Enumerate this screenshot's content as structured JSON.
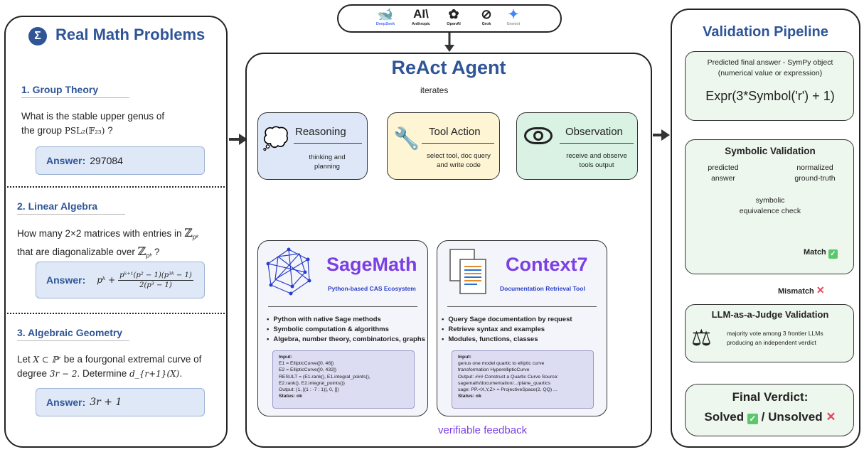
{
  "left": {
    "title": "Real Math Problems",
    "sigma": "Σ",
    "problems": [
      {
        "heading": "1. Group Theory",
        "q1": "What is the stable upper genus of",
        "q2a": "the group",
        "q2math": "PSL₂(𝔽₂₃)",
        "q2b": "?",
        "answer_label": "Answer:",
        "answer": "297084"
      },
      {
        "heading": "2. Linear Algebra",
        "q1a": "How many 2×2 matrices with entries in",
        "q1math": "ℤ",
        "q1sub": "pᵏ",
        "q2a": "that are diagonalizable over",
        "q2math": "ℤ",
        "q2sub": "pᵏ",
        "q2b": "?",
        "answer_label": "Answer:",
        "answer_pre": "pᵏ +",
        "num": "pᵏ⁺¹(p² − 1)(p³ᵏ − 1)",
        "den": "2(p³ − 1)"
      },
      {
        "heading": "3. Algebraic Geometry",
        "q1a": "Let",
        "q1math": "X ⊂ ℙʳ",
        "q1b": "be a fourgonal extremal curve of",
        "q2a": "degree",
        "q2math": "3r − 2",
        "q2b": ". Determine",
        "q2math2": "d_{r+1}(X)",
        "q2c": ".",
        "answer_label": "Answer:",
        "answer": "3r + 1"
      }
    ]
  },
  "models": [
    {
      "name": "DeepSeek",
      "icon": "deepseek-icon",
      "glyph": "🐋",
      "color": "#4d6bfe"
    },
    {
      "name": "Anthropic",
      "icon": "anthropic-icon",
      "glyph": "AI\\",
      "color": "#111111"
    },
    {
      "name": "OpenAI",
      "icon": "openai-icon",
      "glyph": "✿",
      "color": "#111111"
    },
    {
      "name": "Grok",
      "icon": "grok-icon",
      "glyph": "⊘",
      "color": "#111111"
    },
    {
      "name": "Gemini",
      "icon": "gemini-icon",
      "glyph": "✦",
      "color": "#4285f4"
    }
  ],
  "agent": {
    "title": "ReAct Agent",
    "iterates": "iterates",
    "feedback": "verifiable feedback",
    "reasoning": {
      "title": "Reasoning",
      "sub1": "thinking and",
      "sub2": "planning",
      "color": "#dde7f7"
    },
    "action": {
      "title": "Tool Action",
      "sub1": "select tool, doc query",
      "sub2": "and write code",
      "color": "#fdf5d3"
    },
    "observation": {
      "title": "Observation",
      "sub1": "receive and observe",
      "sub2": "tools output",
      "color": "#d9f2e3"
    },
    "sagemath": {
      "title": "SageMath",
      "subtitle": "Python-based CAS Ecosystem",
      "bullets": [
        "Python with native Sage methods",
        "Symbolic computation & algorithms",
        "Algebra, number theory, combinatorics, graphs"
      ],
      "code": [
        "Input:",
        "E1 = EllipticCurve([0, 48])",
        "E2 = EllipticCurve([0, 432])",
        "RESULT = (E1.rank(), E1.integral_points(),",
        "E2.rank(), E2.integral_points())",
        "Output: (1, [(1 : -7 : 1)], 0, [])",
        "Status: ok"
      ]
    },
    "context7": {
      "title": "Context7",
      "subtitle": "Documentation Retrieval Tool",
      "bullets": [
        "Query Sage documentation by request",
        "Retrieve syntax and examples",
        "Modules, functions, classes"
      ],
      "code": [
        "Input:",
        "genus one model quartic to elliptic curve",
        "transformation HyperellipticCurve",
        "Output: ### Construct a Quartic Curve Source:",
        "sagemath/documentation/.../plane_quartics",
        "sage: PP.<X,Y,Z> = ProjectiveSpace(2, QQ) ...",
        "Status: ok"
      ]
    },
    "accent": "#7b3fe4"
  },
  "validation": {
    "title": "Validation Pipeline",
    "predicted": {
      "line1": "Predicted final answer - SymPy object",
      "line2": "(numerical value or expression)",
      "expr": "Expr(3*Symbol('r') + 1)"
    },
    "symbolic": {
      "title": "Symbolic Validation",
      "pred1": "predicted",
      "pred2": "answer",
      "norm1": "normalized",
      "norm2": "ground-truth",
      "chk1": "symbolic",
      "chk2": "equivalence check",
      "match": "Match",
      "mismatch": "Mismatch"
    },
    "llm": {
      "title": "LLM-as-a-Judge Validation",
      "b1": "majority vote among 3 frontier LLMs",
      "b2": "producing an independent verdict"
    },
    "final": {
      "title": "Final Verdict:",
      "solved": "Solved",
      "sep": "/",
      "unsolved": "Unsolved"
    },
    "check_color": "#5cc76a",
    "cross_color": "#e8455c"
  }
}
